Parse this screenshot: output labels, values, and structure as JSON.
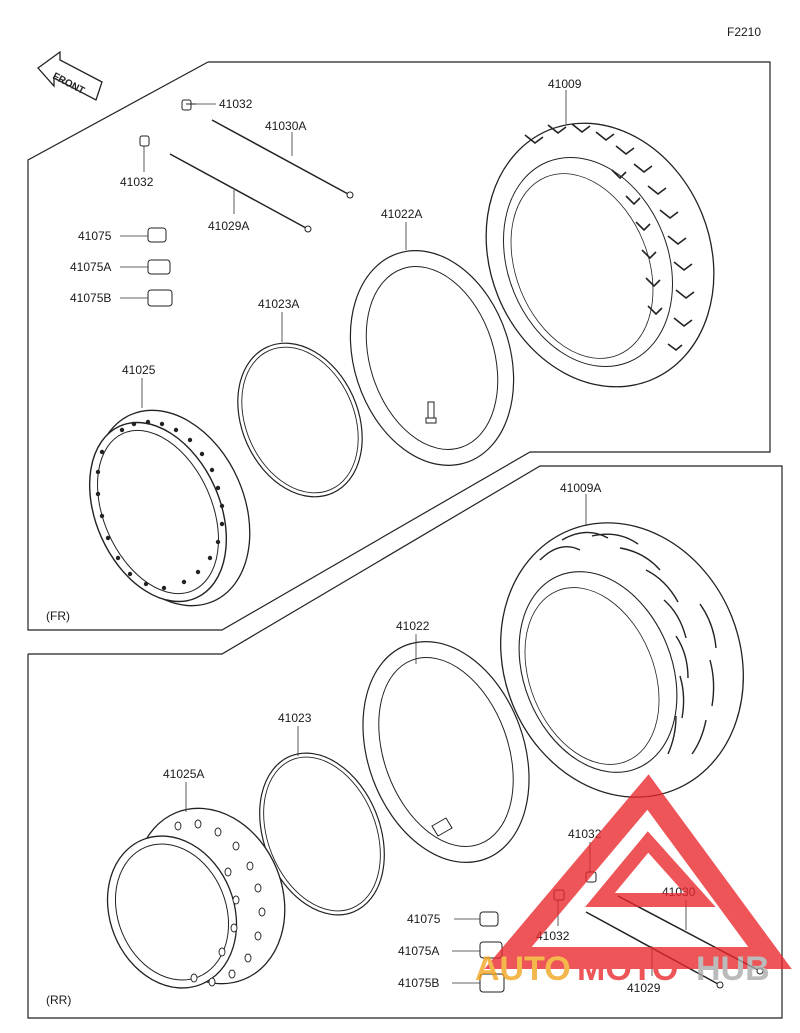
{
  "diagram": {
    "code": "F2210",
    "front_label": "FRONT",
    "colors": {
      "line": "#222222",
      "watermark_red": "#e8262b",
      "watermark_orange": "#f2a31b",
      "watermark_gray": "#a9a9a9"
    },
    "front": {
      "section_label": "(FR)",
      "parts": {
        "tire": "41009",
        "tube": "41022A",
        "rim_band": "41023A",
        "rim": "41025",
        "spoke_a": "41030A",
        "spoke_b": "41029A",
        "nipple_top": "41032",
        "nipple_left": "41032",
        "weight_1": "41075",
        "weight_2": "41075A",
        "weight_3": "41075B"
      }
    },
    "rear": {
      "section_label": "(RR)",
      "parts": {
        "tire": "41009A",
        "tube": "41022",
        "rim_band": "41023",
        "rim": "41025A",
        "nipple_top": "41032",
        "nipple_bottom": "41032",
        "spoke_a": "41030",
        "spoke_b": "41029",
        "weight_1": "41075",
        "weight_2": "41075A",
        "weight_3": "41075B"
      }
    },
    "watermark": {
      "part1": "AUTO",
      "part2": "MOTO",
      "part3": "HUB"
    }
  }
}
